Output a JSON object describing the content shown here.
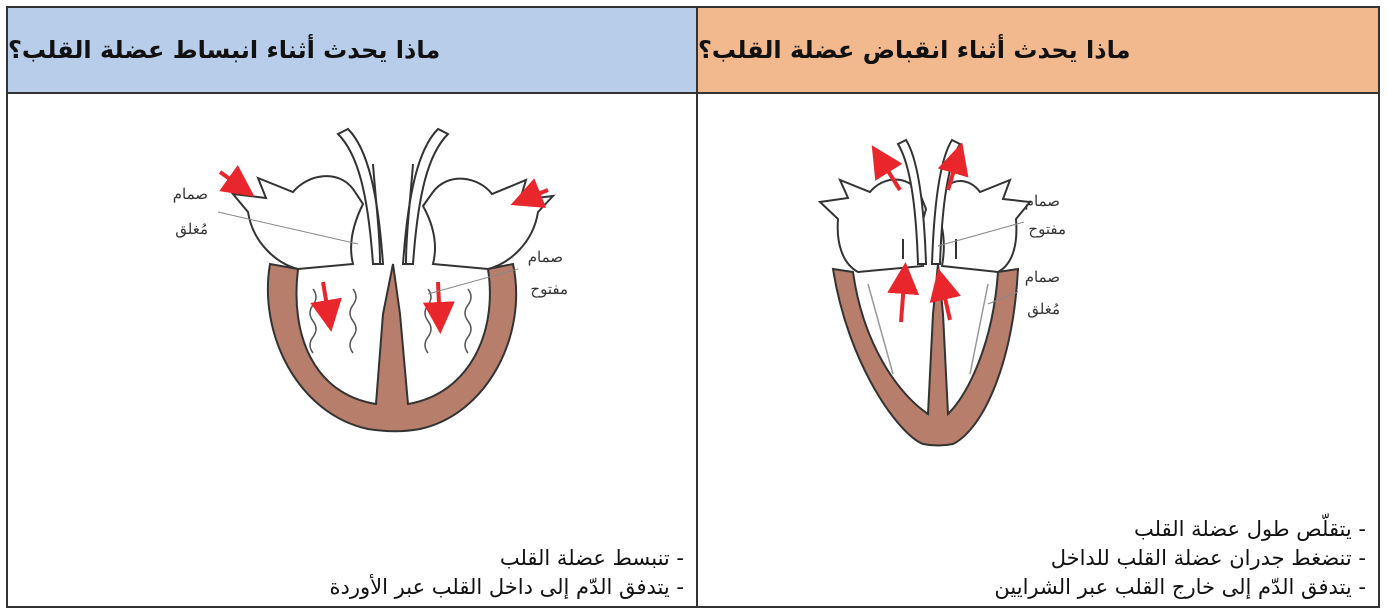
{
  "left_panel": {
    "title": "ماذا يحدث أثناء انبساط عضلة القلب؟",
    "header_color": "#b8cdea",
    "label_closed_valve": [
      "صمام",
      "مُغلق"
    ],
    "label_open_valve": [
      "صمام",
      "مفتوح"
    ],
    "bullets": [
      "- تنبسط عضلة القلب",
      "- يتدفق الدّم إلى داخل القلب عبر الأوردة"
    ]
  },
  "right_panel": {
    "title": "ماذا يحدث أثناء انقباض عضلة القلب؟",
    "header_color": "#f2b98e",
    "label_open_valve": [
      "صمام",
      "مفتوح"
    ],
    "label_closed_valve": [
      "صمام",
      "مُغلق"
    ],
    "bullets": [
      "- يتقلّص طول عضلة القلب",
      "- تنضغط جدران عضلة القلب للداخل",
      "- يتدفق الدّم إلى خارج القلب عبر الشرايين"
    ]
  },
  "colors": {
    "muscle": "#b77e6b",
    "arrow": "#e8262b",
    "outline": "#333333"
  }
}
